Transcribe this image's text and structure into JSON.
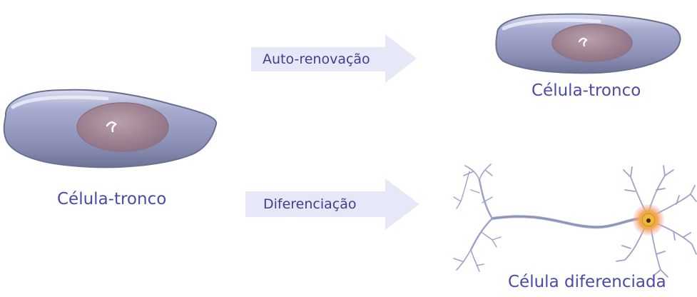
{
  "figure": {
    "stem_cell_left_label": "Célula-tronco",
    "stem_cell_right_label": "Célula-tronco",
    "differentiated_label": "Célula diferenciada",
    "self_renewal_label": "Auto-renovação",
    "differentiation_label": "Diferenciação"
  },
  "colors": {
    "label": "#4a4aa8",
    "arrow_fill": "#e6e7f7",
    "cell_body": "#8f93b8",
    "nucleus": "#a58a98",
    "neuron_axon": "#9ea3c8",
    "neuron_soma": "#f2b64b",
    "neuron_glow": "#f39aa0"
  },
  "icons": [
    "stem-cell-icon",
    "stem-cell-icon",
    "neuron-icon",
    "arrow-icon",
    "arrow-icon"
  ]
}
